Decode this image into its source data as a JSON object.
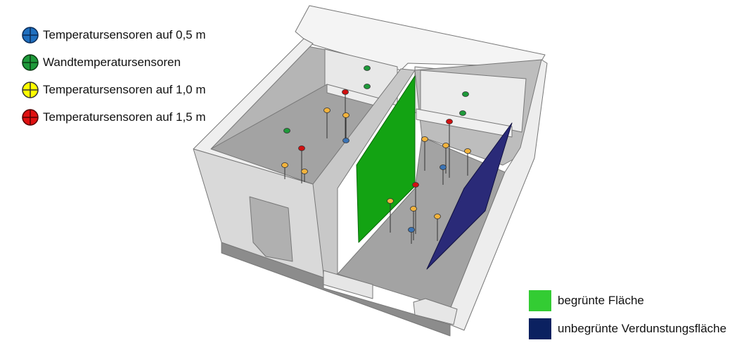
{
  "legend_sensors": [
    {
      "label": "Temperatursensoren auf 0,5 m",
      "color": "#1f6fbf"
    },
    {
      "label": "Wandtemperatursensoren",
      "color": "#1e9a3a"
    },
    {
      "label": "Temperatursensoren auf 1,0 m",
      "color": "#ffff00"
    },
    {
      "label": "Temperatursensoren auf 1,5 m",
      "color": "#e01010"
    }
  ],
  "legend_surfaces": [
    {
      "label": "begrünte Fläche",
      "color": "#33cc33"
    },
    {
      "label": "unbegrünte Verdunstungsfläche",
      "color": "#0b2160"
    }
  ]
}
